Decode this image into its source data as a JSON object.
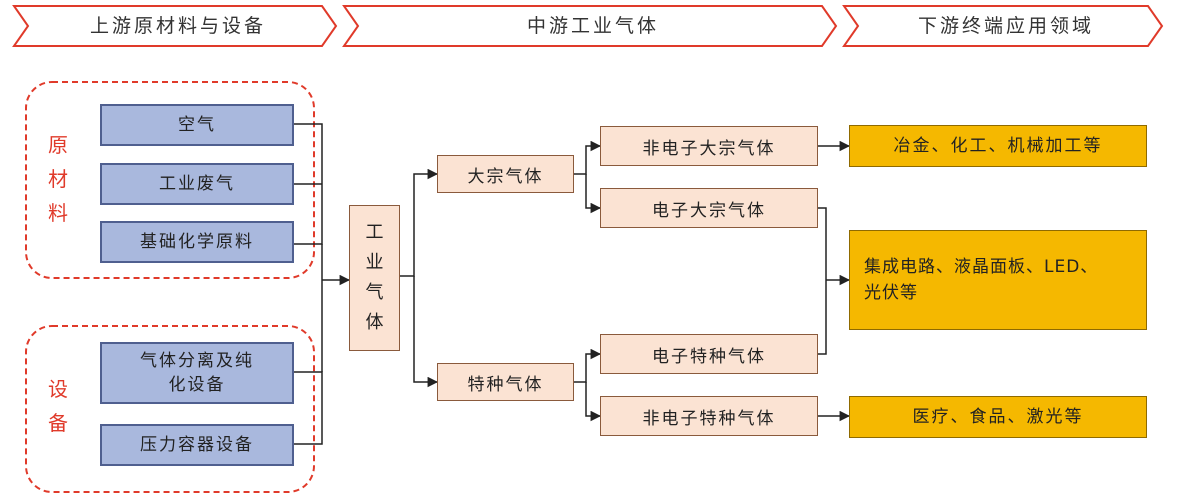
{
  "headers": {
    "upstream": "上游原材料与设备",
    "midstream": "中游工业气体",
    "downstream": "下游终端应用领域"
  },
  "groups": {
    "materials_label": [
      "原",
      "材",
      "料"
    ],
    "equipment_label": [
      "设",
      "备"
    ]
  },
  "upstream": {
    "materials": [
      "空气",
      "工业废气",
      "基础化学原料"
    ],
    "equipment": [
      "气体分离及纯",
      "化设备",
      "压力容器设备"
    ]
  },
  "midstream": {
    "industrial_gas": [
      "工",
      "业",
      "气",
      "体"
    ],
    "bulk_gas": "大宗气体",
    "special_gas": "特种气体",
    "non_electronic_bulk": "非电子大宗气体",
    "electronic_bulk": "电子大宗气体",
    "electronic_special": "电子特种气体",
    "non_electronic_special": "非电子特种气体"
  },
  "downstream": {
    "metallurgy": "冶金、化工、机械加工等",
    "ic_line1": "集成电路、液晶面板、LED、",
    "ic_line2": "光伏等",
    "medical": "医疗、食品、激光等"
  },
  "colors": {
    "header_outline": "#e03a2a",
    "group_outline": "#e03a2a",
    "upstream_fill": "#a9b8dd",
    "midstream_fill": "#fbe3d3",
    "downstream_fill": "#f5b800",
    "connector": "#222222"
  }
}
